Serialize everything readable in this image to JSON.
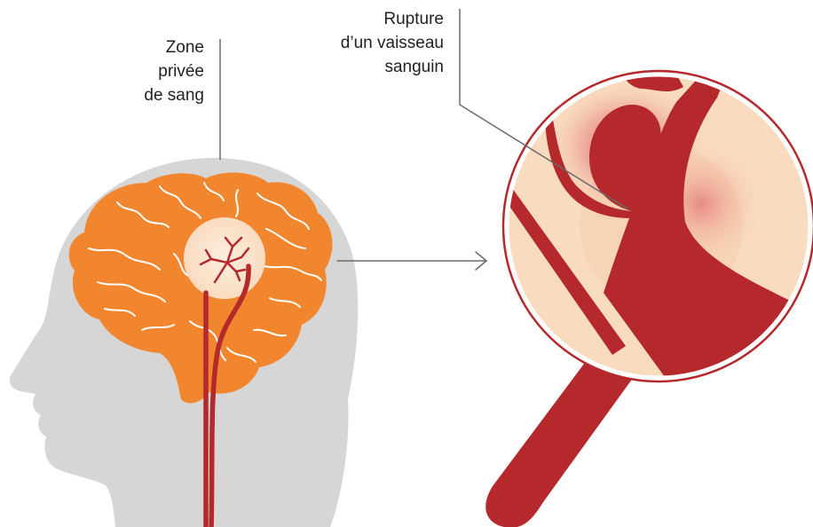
{
  "labels": {
    "deprived_zone": [
      "Zone",
      "privée",
      "de sang"
    ],
    "vessel_rupture": [
      "Rupture",
      "d’un vaisseau",
      "sanguin"
    ]
  },
  "colors": {
    "head": "#d6d6d6",
    "brain": "#f1862e",
    "brain_folds": "#ffffff",
    "vessel": "#b5282c",
    "affected_zone": "#f9dcc0",
    "hemorrhage_glow": "#de6f73",
    "magnifier_rim": "#b5282c",
    "leader_line": "#6b6b6b"
  }
}
